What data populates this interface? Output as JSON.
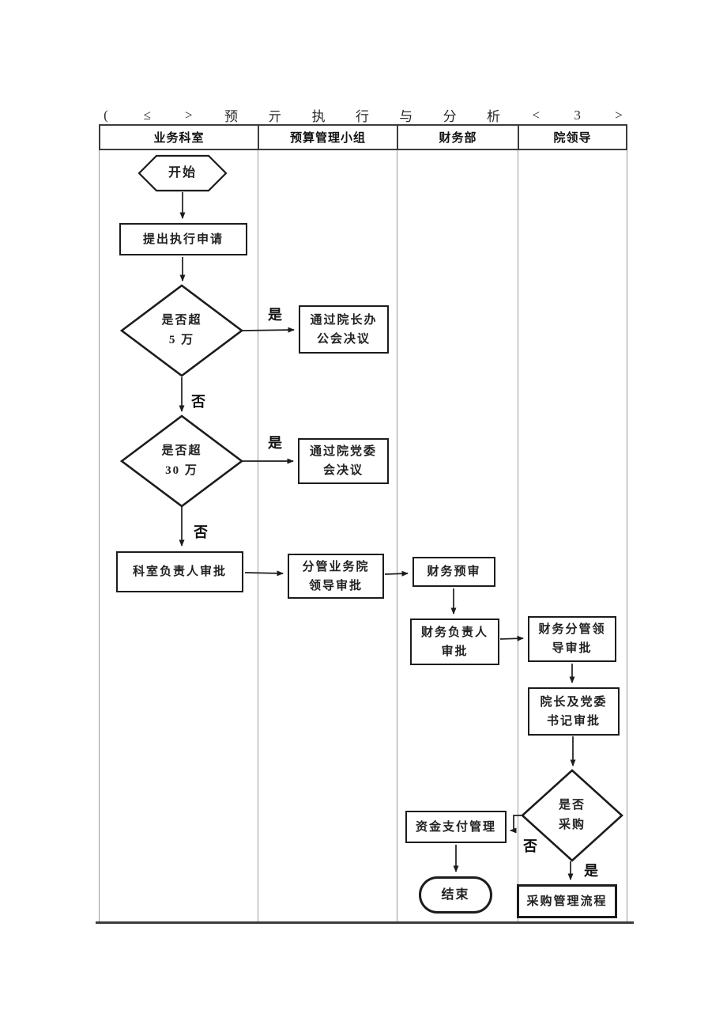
{
  "toolbar": {
    "items": [
      "(",
      "≤",
      ">",
      "预",
      "亓",
      "执",
      "行",
      "与",
      "分",
      "析",
      "<",
      "3",
      ">"
    ]
  },
  "lanes": [
    {
      "label": "业务科室"
    },
    {
      "label": "预算管理小组"
    },
    {
      "label": "财务部"
    },
    {
      "label": "院领导"
    }
  ],
  "flowchart": {
    "start": {
      "label": "开始"
    },
    "submit_request": {
      "label": "提出执行申请"
    },
    "over_50k": {
      "line1": "是否超",
      "line2": "5 万"
    },
    "dean_office_resolution": {
      "line1": "通过院长办",
      "line2": "公会决议"
    },
    "over_300k": {
      "line1": "是否超",
      "line2": "30 万"
    },
    "party_committee_resolution": {
      "line1": "通过院党委",
      "line2": "会决议"
    },
    "dept_head_approval": {
      "label": "科室负责人审批"
    },
    "vice_dean_approval": {
      "line1": "分管业务院",
      "line2": "领导审批"
    },
    "finance_prereview": {
      "label": "财务预审"
    },
    "finance_head_approval": {
      "line1": "财务负责人",
      "line2": "审批"
    },
    "finance_lead_approval": {
      "line1": "财务分管领",
      "line2": "导审批"
    },
    "dean_secretary_approval": {
      "line1": "院长及党委",
      "line2": "书记审批"
    },
    "need_procurement": {
      "line1": "是否",
      "line2": "采购"
    },
    "fund_payment": {
      "label": "资金支付管理"
    },
    "end": {
      "label": "结束"
    },
    "procurement_process": {
      "label": "采购管理流程"
    },
    "labels": {
      "yes": "是",
      "no": "否"
    }
  },
  "colors": {
    "line": "#1c1c1c",
    "lane_divider": "#9a9a9a",
    "frame": "#3c3c3c",
    "background": "#ffffff"
  }
}
